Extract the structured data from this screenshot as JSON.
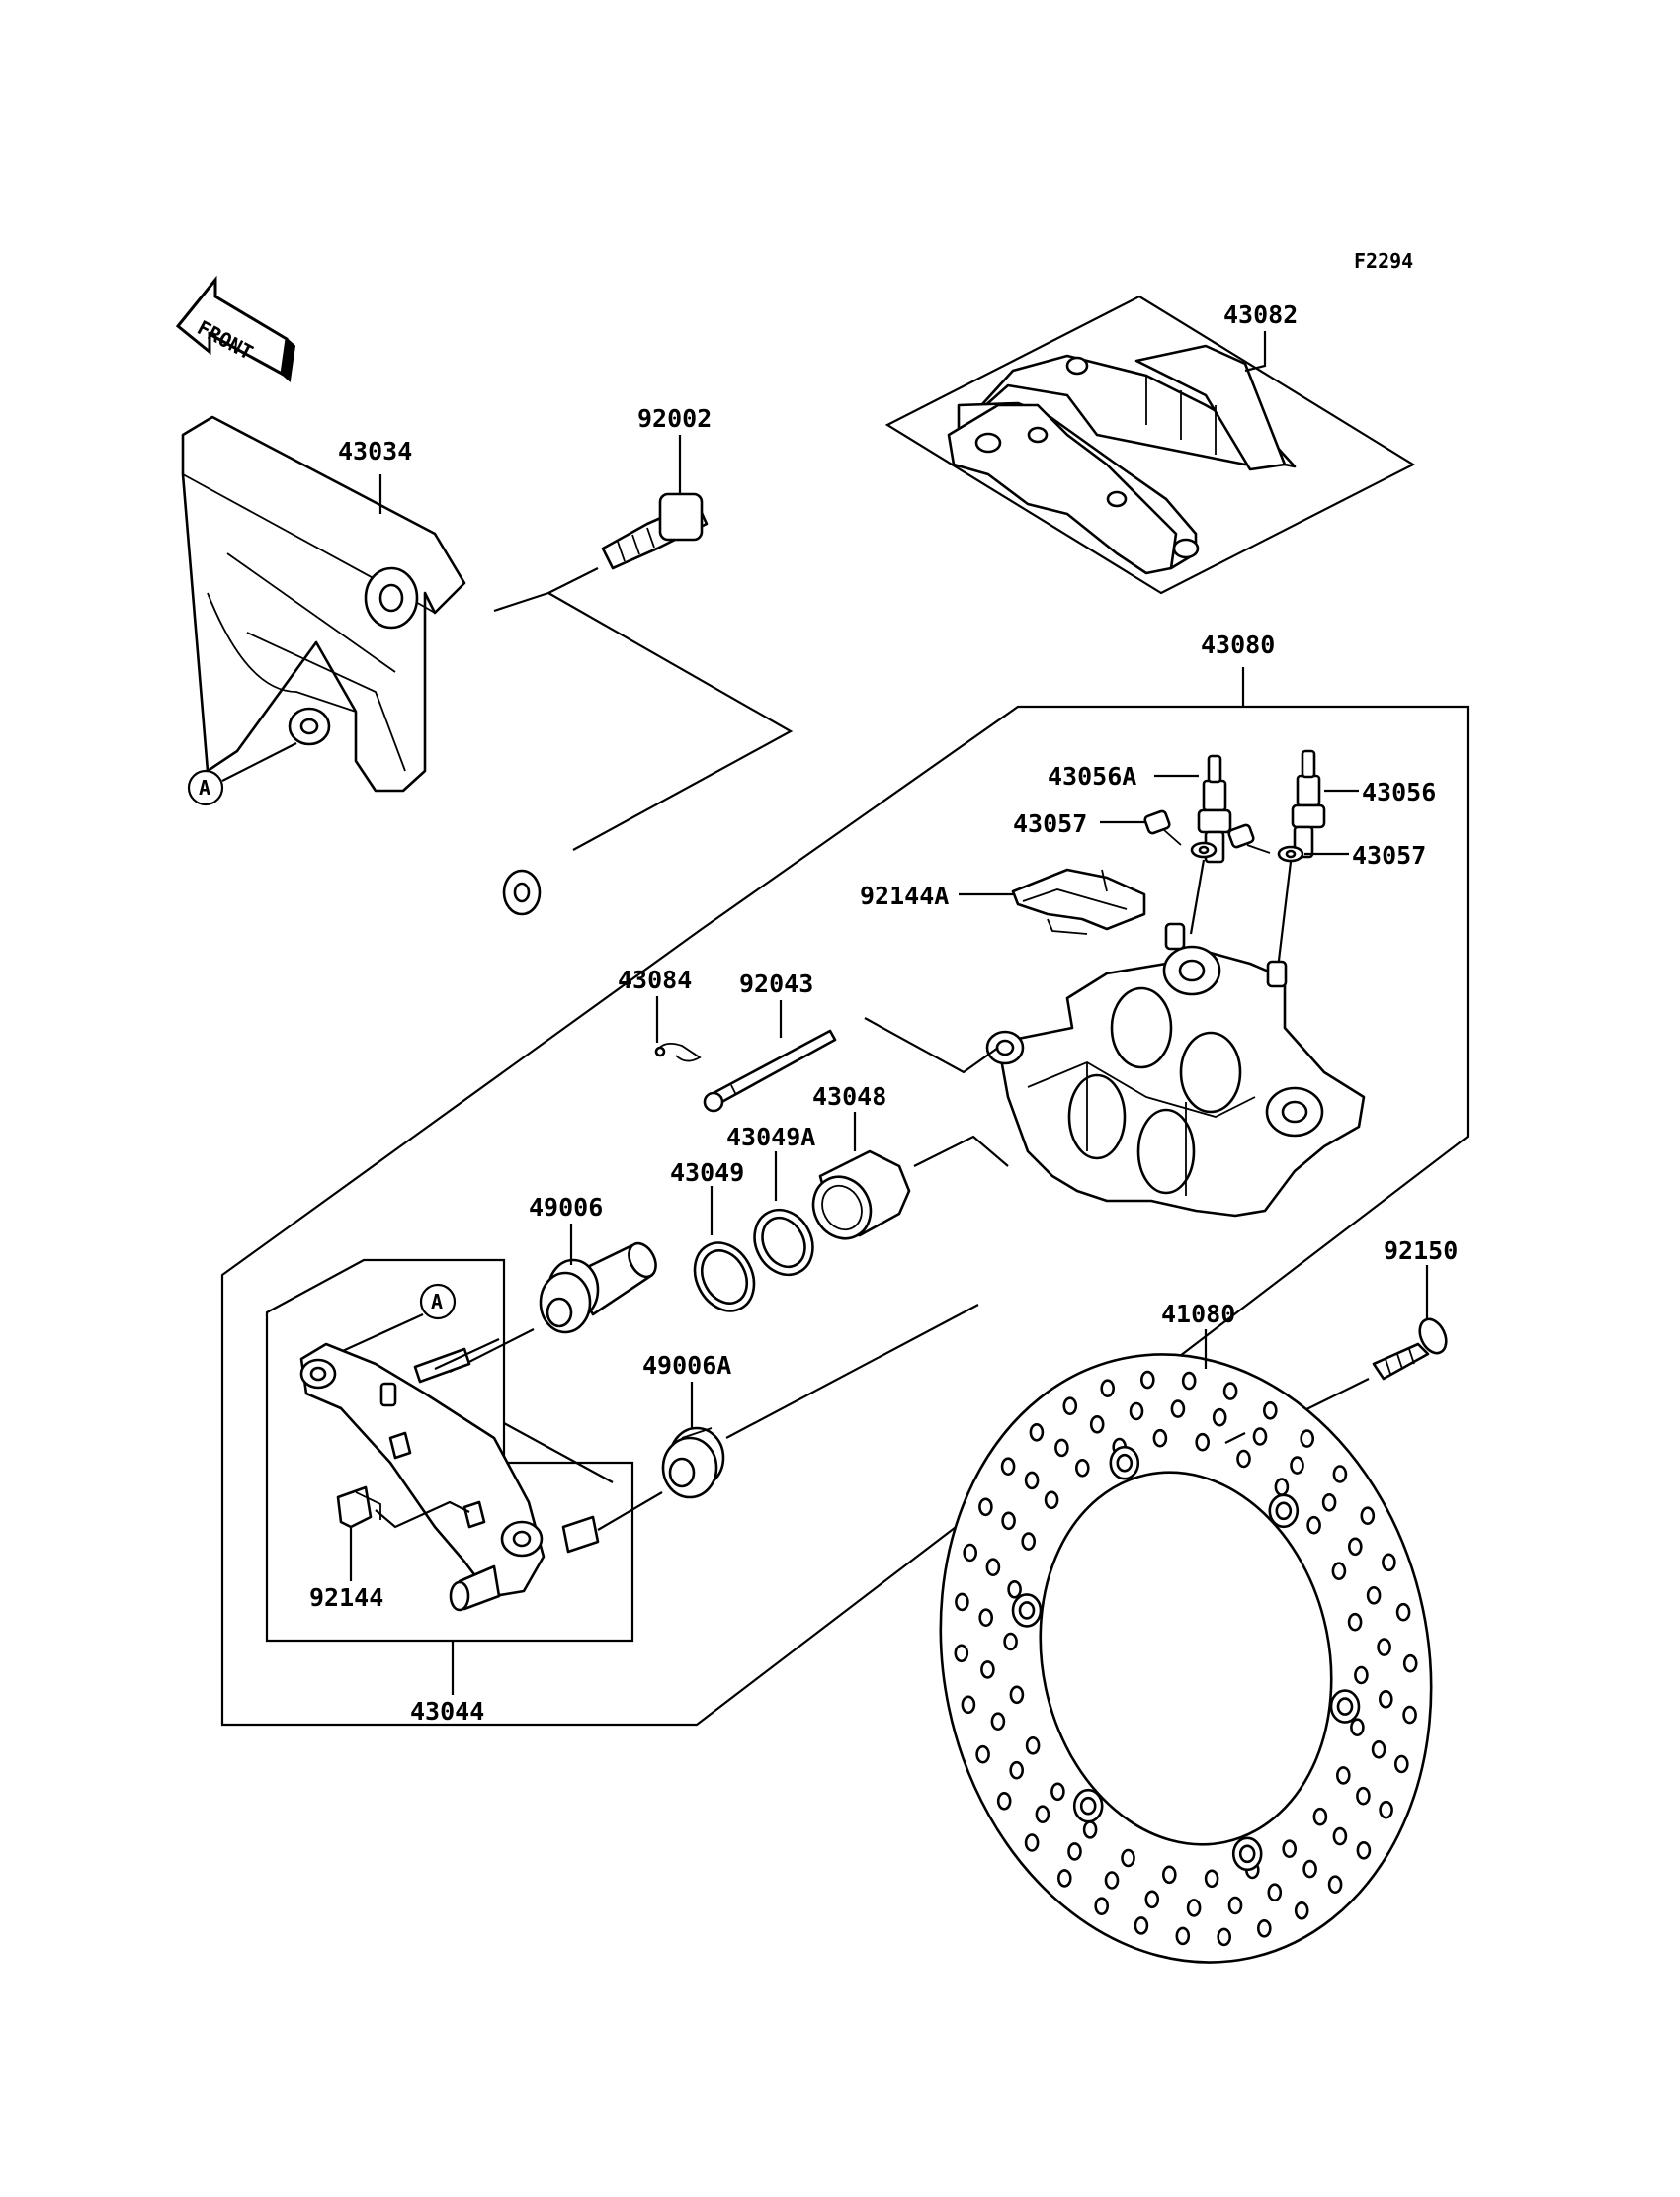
{
  "figure_code": "F2294",
  "front_label": "FRONT",
  "ref_marker": "A",
  "parts": {
    "p43034": "43034",
    "p92002": "92002",
    "p43082": "43082",
    "p43080": "43080",
    "p43056A": "43056A",
    "p43056": "43056",
    "p43057_left": "43057",
    "p43057_right": "43057",
    "p92144A": "92144A",
    "p43084": "43084",
    "p92043": "92043",
    "p43048": "43048",
    "p43049A": "43049A",
    "p43049": "43049",
    "p49006": "49006",
    "p49006A": "49006A",
    "p92144": "92144",
    "p43044": "43044",
    "p92150": "92150",
    "p41080": "41080"
  }
}
